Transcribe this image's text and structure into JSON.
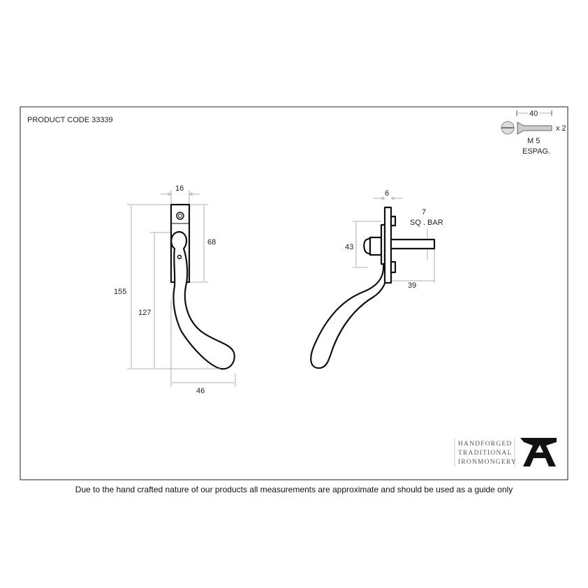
{
  "title": "PRODUCT CODE 33339",
  "front_view": {
    "width_top": "16",
    "backplate_height": "68",
    "overall_height": "155",
    "handle_height": "127",
    "projection": "46"
  },
  "side_view": {
    "plate_thickness": "6",
    "bar_size": "7",
    "bar_label": "SQ . BAR",
    "boss_height": "43",
    "bar_length": "39"
  },
  "screw": {
    "length": "40",
    "quantity": "x 2",
    "size": "M 5",
    "type": "ESPAG."
  },
  "logo": {
    "lines": [
      "HANDFORGED",
      "TRADITIONAL",
      "IRONMONGERY"
    ]
  },
  "footer": "Due to the hand crafted nature of our products all measurements are approximate and should be used as a guide only"
}
